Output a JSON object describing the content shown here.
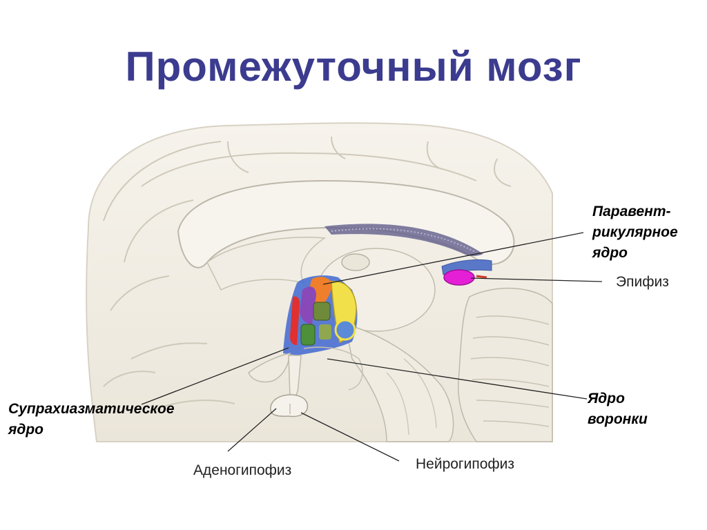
{
  "title": "Промежуточный мозг",
  "labels": {
    "paraventricular": [
      "Паравент-",
      "рикулярное",
      "ядро"
    ],
    "epiphysis": "Эпифиз",
    "infundibular": [
      "Ядро",
      "воронки"
    ],
    "suprachiasmatic": [
      "Супрахиазматическое",
      "ядро"
    ],
    "adenohypophysis": "Аденогипофиз",
    "neurohypophysis": "Нейрогипофиз"
  },
  "colors": {
    "title": "#3b3b8f",
    "brain_fill": "#f3f0e8",
    "brain_line": "#b9b4a7",
    "nucleus_blue": "#4a6fd1",
    "nucleus_orange": "#ef7f2a",
    "nucleus_yellow": "#f2e04a",
    "nucleus_green": "#4e8f3a",
    "nucleus_red": "#e0302f",
    "nucleus_purple": "#8a49b8",
    "epiphysis_magenta": "#e41fd6",
    "vessel_blue": "#5a78c8"
  }
}
